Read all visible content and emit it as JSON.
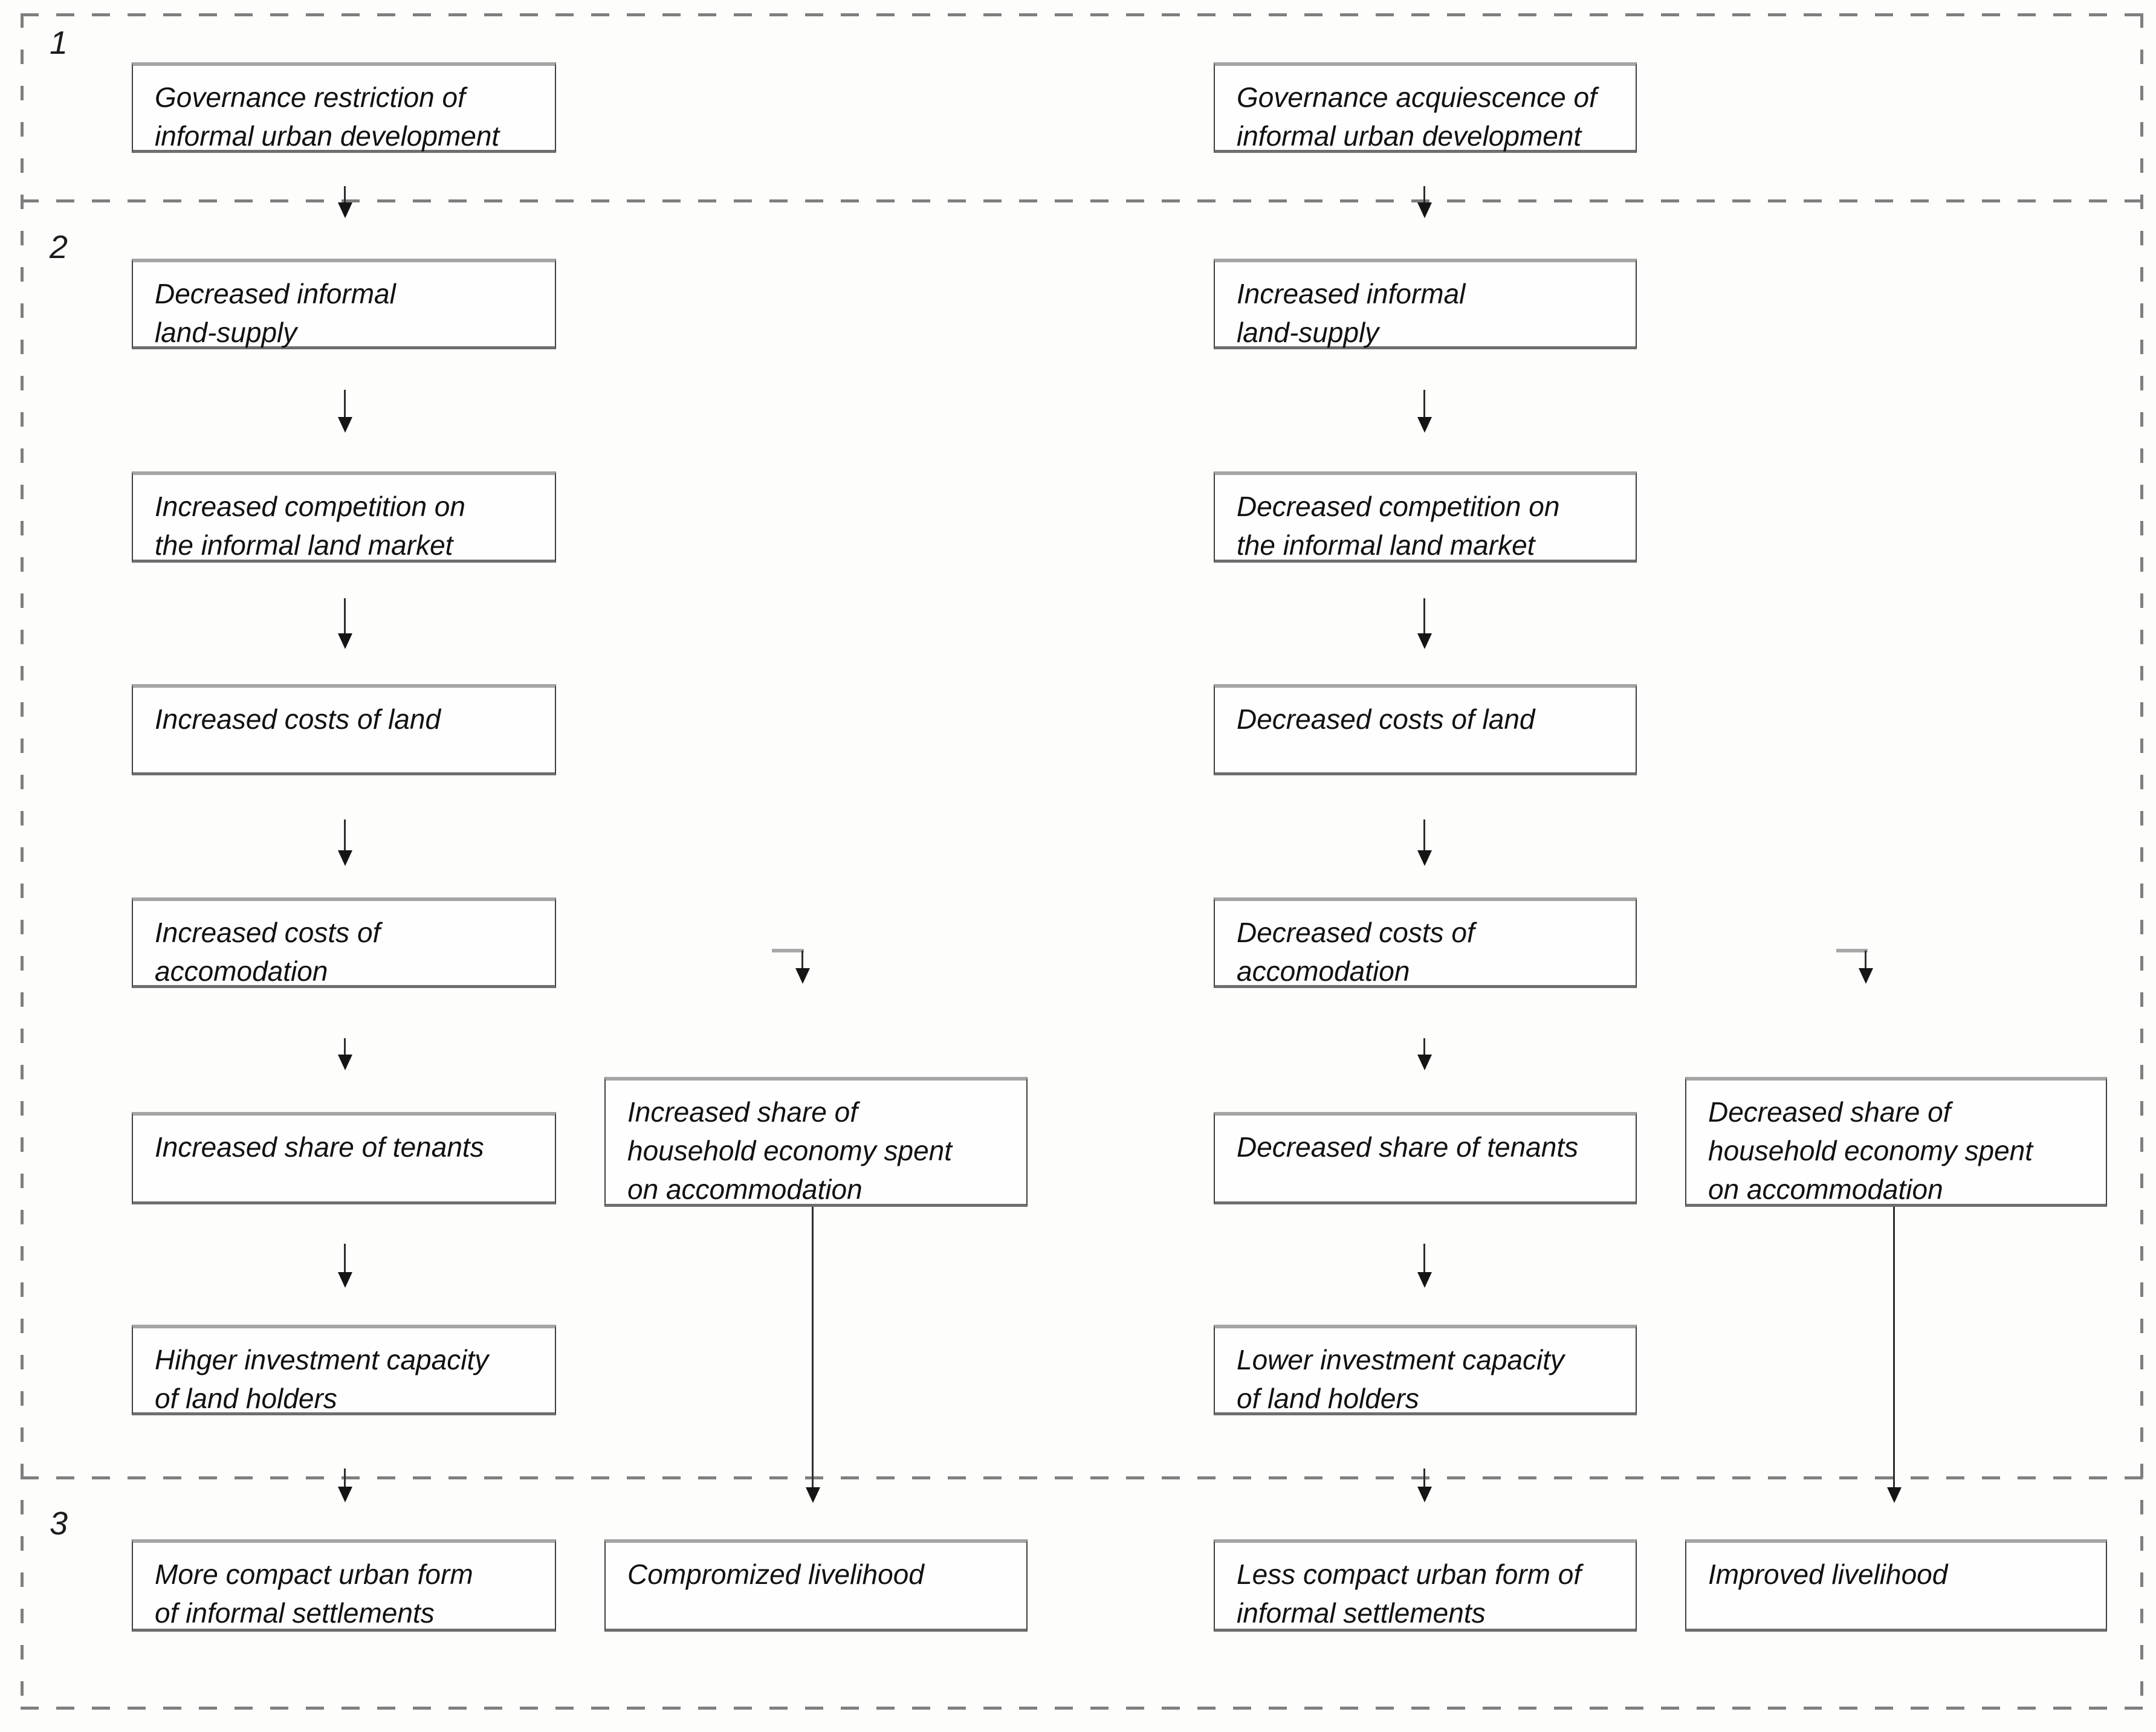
{
  "diagram": {
    "section_labels": {
      "one": "1",
      "two": "2",
      "three": "3"
    },
    "boxes": {
      "gov_restriction": "Governance restriction of\ninformal urban development",
      "gov_acquiescence": "Governance acquiescence of\ninformal urban development",
      "decreased_land_supply": "Decreased informal\nland-supply",
      "increased_land_supply": "Increased informal\nland-supply",
      "increased_competition": "Increased competition on\nthe informal land market",
      "decreased_competition": "Decreased competition on\nthe informal land market",
      "increased_land_costs": "Increased costs of land",
      "decreased_land_costs": "Decreased costs of land",
      "increased_accom_costs": "Increased costs of\naccomodation",
      "decreased_accom_costs": "Decreased costs of\naccomodation",
      "increased_tenants": "Increased share of tenants",
      "decreased_tenants": "Decreased share of tenants",
      "increased_household_spend": "Increased share of\nhousehold economy spent\non accommodation",
      "decreased_household_spend": "Decreased share of\nhousehold economy spent\non accommodation",
      "higher_investment": "Hihger investment capacity\nof land holders",
      "lower_investment": "Lower investment capacity\nof land holders",
      "more_compact": "More compact urban form\nof informal settlements",
      "compromized": "Compromized livelihood",
      "less_compact": "Less compact urban form of\ninformal settlements",
      "improved": "Improved livelihood"
    },
    "colors": {
      "background": "#fdfdfc",
      "box_fill": "#fefefe",
      "box_top_edge": "#a5a5a5",
      "box_bottom_edge": "#6e6e6e",
      "box_side_edge": "#3f3f3f",
      "dash_line": "#7f7f7f",
      "arrow": "#151515",
      "text": "#111111"
    }
  }
}
